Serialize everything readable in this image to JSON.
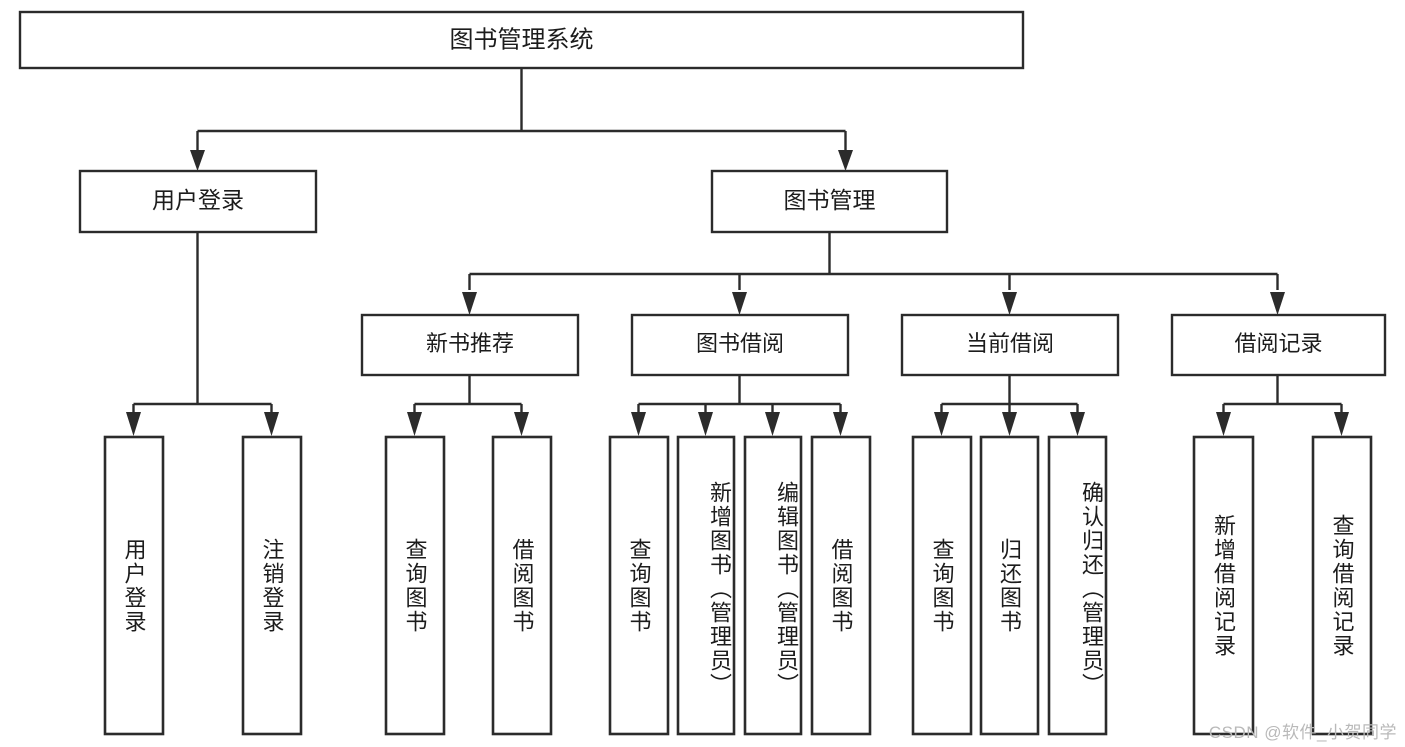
{
  "diagram": {
    "type": "hierarchy-tree",
    "title": "图书管理系统",
    "root": {
      "id": "root",
      "label": "图书管理系统",
      "level": 1
    },
    "level2": [
      {
        "id": "user-login",
        "label": "用户登录",
        "level": 2
      },
      {
        "id": "book-manage",
        "label": "图书管理",
        "level": 2
      }
    ],
    "level3": [
      {
        "id": "new-book-recommend",
        "label": "新书推荐",
        "level": 3,
        "parent": "book-manage"
      },
      {
        "id": "book-borrow",
        "label": "图书借阅",
        "level": 3,
        "parent": "book-manage"
      },
      {
        "id": "current-borrow",
        "label": "当前借阅",
        "level": 3,
        "parent": "book-manage"
      },
      {
        "id": "borrow-record",
        "label": "借阅记录",
        "level": 3,
        "parent": "book-manage"
      }
    ],
    "leaves": [
      {
        "id": "leaf-user-login",
        "label": "用户登录",
        "parent": "user-login"
      },
      {
        "id": "leaf-logout-login",
        "label": "注销登录",
        "parent": "user-login"
      },
      {
        "id": "leaf-query-book-1",
        "label": "查询图书",
        "parent": "new-book-recommend"
      },
      {
        "id": "leaf-borrow-book-1",
        "label": "借阅图书",
        "parent": "new-book-recommend"
      },
      {
        "id": "leaf-query-book-2",
        "label": "查询图书",
        "parent": "book-borrow"
      },
      {
        "id": "leaf-add-book",
        "label": "新增图书（管理员）",
        "parent": "book-borrow"
      },
      {
        "id": "leaf-edit-book",
        "label": "编辑图书（管理员）",
        "parent": "book-borrow"
      },
      {
        "id": "leaf-borrow-book-2",
        "label": "借阅图书",
        "parent": "book-borrow"
      },
      {
        "id": "leaf-query-book-3",
        "label": "查询图书",
        "parent": "current-borrow"
      },
      {
        "id": "leaf-return-book",
        "label": "归还图书",
        "parent": "current-borrow"
      },
      {
        "id": "leaf-confirm-return",
        "label": "确认归还（管理员）",
        "parent": "current-borrow"
      },
      {
        "id": "leaf-add-record",
        "label": "新增借阅记录",
        "parent": "borrow-record"
      },
      {
        "id": "leaf-query-record",
        "label": "查询借阅记录",
        "parent": "borrow-record"
      }
    ]
  },
  "watermark": {
    "text": "CSDN @软件_小贺同学"
  },
  "colors": {
    "box_stroke": "#2b2b2b",
    "box_fill": "#ffffff",
    "text": "#1c1c1c",
    "background": "#ffffff",
    "watermark": "#b9b9b9"
  }
}
